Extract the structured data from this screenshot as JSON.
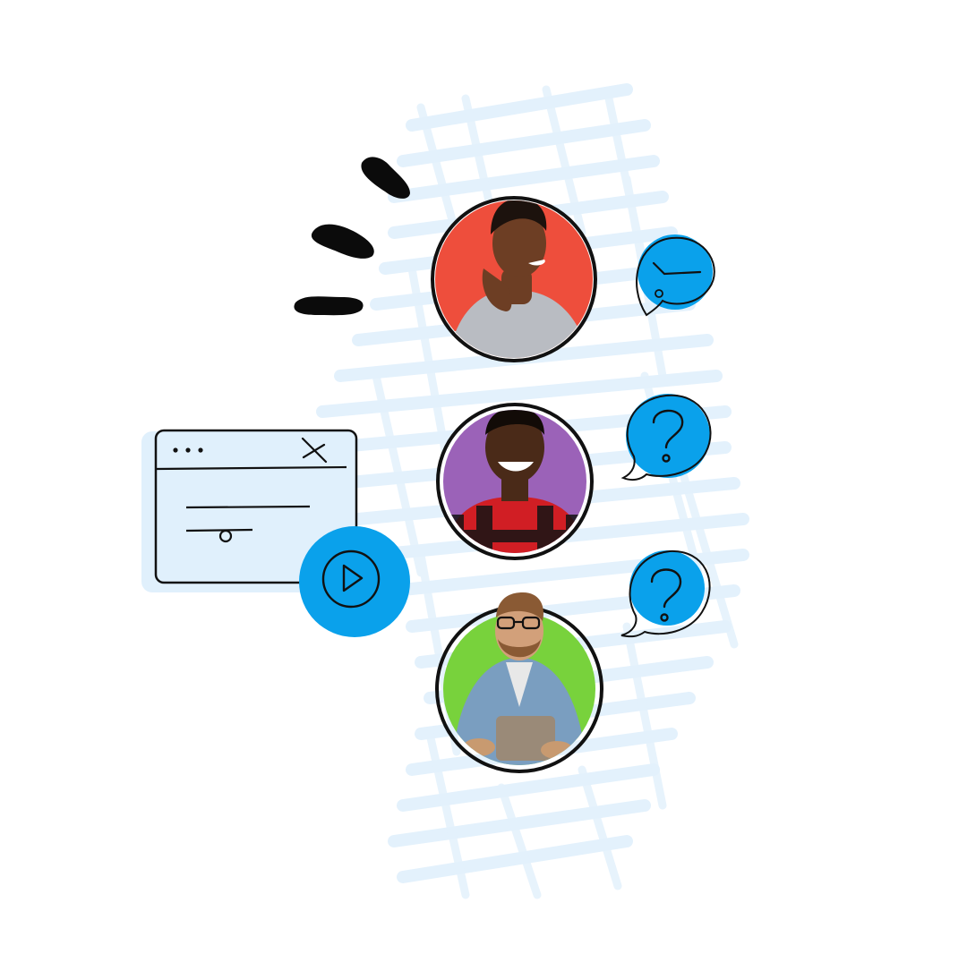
{
  "colors": {
    "background": "#ffffff",
    "scribble": "#e3f1fc",
    "accent_blue": "#0aa1eb",
    "window_fill": "#e0f0fc",
    "ink": "#111111",
    "avatar_1_bg": "#ee4e3c",
    "avatar_2_bg": "#9b62b8",
    "avatar_3_bg": "#78d23c"
  },
  "browser_window": {
    "menu_icon": "dots-icon",
    "close_icon": "close-icon",
    "play_icon": "play-icon"
  },
  "people": [
    {
      "name": "person-1",
      "bubble_icon": "checkmark-icon"
    },
    {
      "name": "person-2",
      "bubble_icon": "question-mark-icon"
    },
    {
      "name": "person-3",
      "bubble_icon": "question-mark-icon"
    }
  ]
}
